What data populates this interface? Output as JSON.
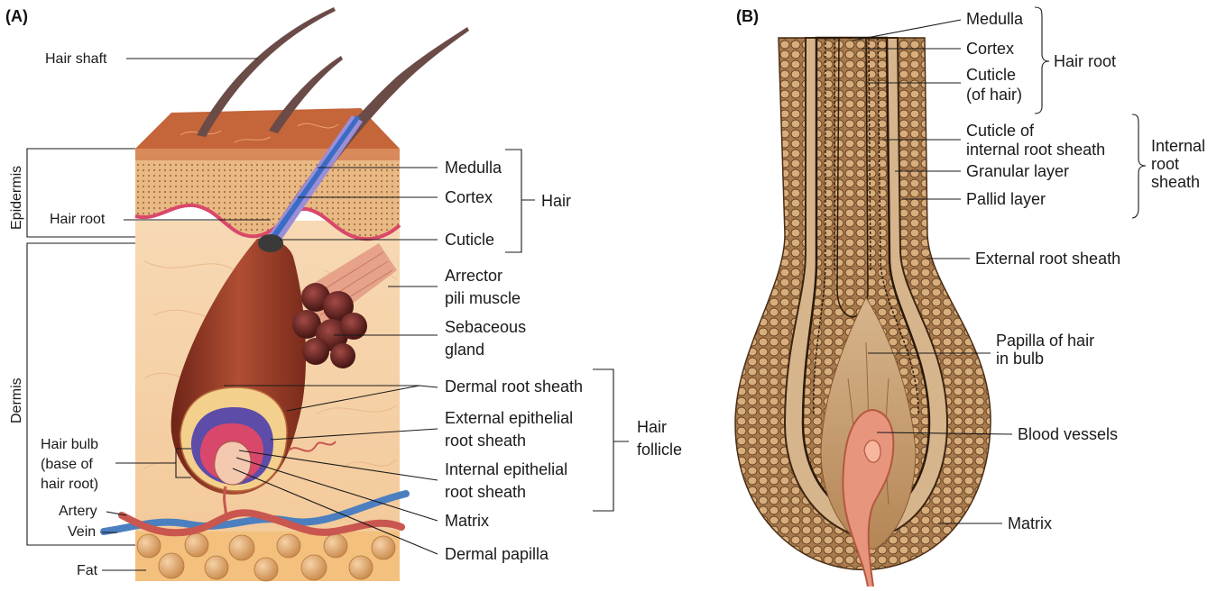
{
  "panel_a": {
    "tag": "(A)",
    "left_labels": {
      "hair_shaft": "Hair shaft",
      "epidermis": "Epidermis",
      "hair_root": "Hair root",
      "dermis": "Dermis",
      "hair_bulb_1": "Hair bulb",
      "hair_bulb_2": "(base of",
      "hair_bulb_3": "hair root)",
      "artery": "Artery",
      "vein": "Vein",
      "fat": "Fat"
    },
    "right_labels": {
      "medulla": "Medulla",
      "cortex": "Cortex",
      "cuticle": "Cuticle",
      "hair_group": "Hair",
      "arrector_1": "Arrector",
      "arrector_2": "pili muscle",
      "sebaceous_1": "Sebaceous",
      "sebaceous_2": "gland",
      "dermal_root_sheath": "Dermal root sheath",
      "external_1": "External epithelial",
      "external_2": "root sheath",
      "internal_1": "Internal epithelial",
      "internal_2": "root sheath",
      "matrix": "Matrix",
      "dermal_papilla": "Dermal papilla",
      "follicle_1": "Hair",
      "follicle_2": "follicle"
    }
  },
  "panel_b": {
    "tag": "(B)",
    "labels": {
      "medulla": "Medulla",
      "cortex": "Cortex",
      "cuticle_1": "Cuticle",
      "cuticle_2": "(of hair)",
      "hair_root_group": "Hair root",
      "cuticle_irs_1": "Cuticle of",
      "cuticle_irs_2": "internal root sheath",
      "granular": "Granular layer",
      "pallid": "Pallid layer",
      "irs_group_1": "Internal",
      "irs_group_2": "root",
      "irs_group_3": "sheath",
      "external_root_sheath": "External root sheath",
      "papilla_1": "Papilla of hair",
      "papilla_2": "in bulb",
      "blood_vessels": "Blood vessels",
      "matrix": "Matrix"
    }
  },
  "colors": {
    "skin_surface": "#c4653a",
    "epidermis": "#e9b985",
    "dermis": "#f6d2a8",
    "follicle": "#9b3d28",
    "sebaceous": "#6e2a26",
    "artery": "#c9564f",
    "vein": "#4c7fbf",
    "fat": "#e6a46a",
    "bulb_b": "#b88658",
    "cells_b": "#caa071"
  }
}
